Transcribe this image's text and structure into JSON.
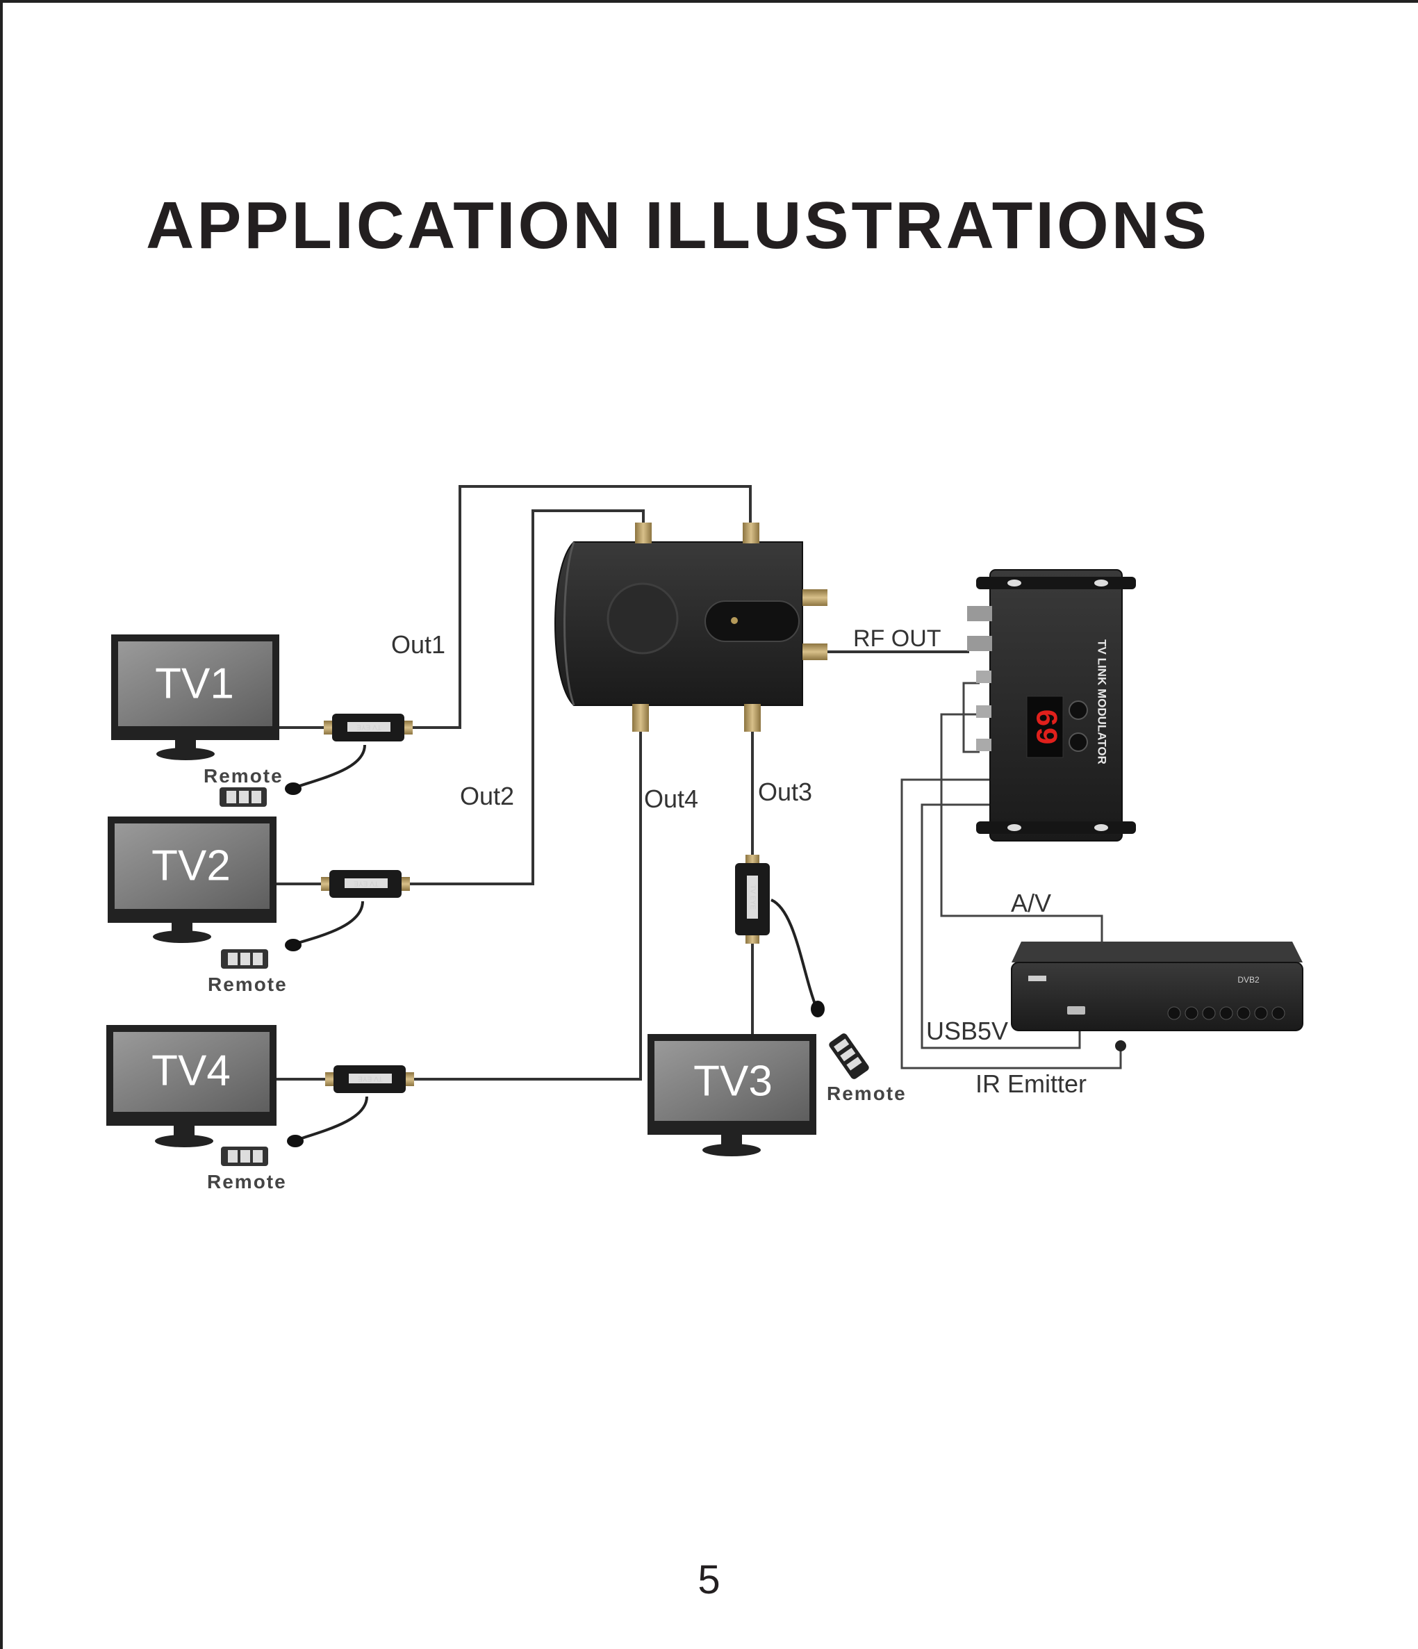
{
  "page": {
    "title": "APPLICATION ILLUSTRATIONS",
    "page_number": "5"
  },
  "devices": {
    "tv1": "TV1",
    "tv2": "TV2",
    "tv3": "TV3",
    "tv4": "TV4",
    "modulator_name": "TV LINK MODULATOR",
    "modulator_display": "69",
    "ir_eye_label": "TV EYE",
    "stb_label": "DVB2"
  },
  "connections": {
    "out1": "Out1",
    "out2": "Out2",
    "out3": "Out3",
    "out4": "Out4",
    "rf_out": "RF OUT",
    "av": "A/V",
    "usb5v": "USB5V",
    "ir_emitter": "IR Emitter"
  },
  "remote_label": "Remote",
  "colors": {
    "text": "#231f20",
    "device_dark": "#1e1e1e",
    "screen_gray": "#8a8a8a",
    "connector_gold": "#b59a5a",
    "display_red": "#e0201c"
  }
}
